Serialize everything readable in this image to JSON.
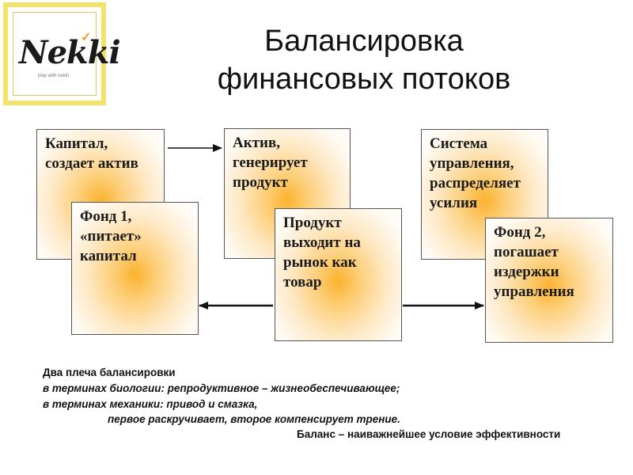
{
  "logo": {
    "brand": "Nekki",
    "tagline": "play with nekki"
  },
  "title": {
    "line1": "Балансировка",
    "line2": "финансовых потоков"
  },
  "boxes": {
    "capital": [
      "Капитал,",
      "создает актив"
    ],
    "asset": [
      "Актив,",
      "генерирует",
      "продукт"
    ],
    "system": [
      "Система",
      "управления,",
      "распределяет",
      "усилия"
    ],
    "fund1": [
      "Фонд 1,",
      "«питает»",
      "капитал"
    ],
    "product": [
      "Продукт",
      "выходит на",
      "рынок как",
      "товар"
    ],
    "fund2": [
      "Фонд 2,",
      "погашает",
      "издержки",
      "управления"
    ]
  },
  "notes": {
    "line1": "Два плеча балансировки",
    "line2": "в терминах биологии: репродуктивное – жизнеобеспечивающее;",
    "line3": "в терминах механики: привод и смазка,",
    "line4": "первое раскручивает, второе компенсирует трение.",
    "line5": "Баланс – наиважнейшее условие эффективности"
  }
}
